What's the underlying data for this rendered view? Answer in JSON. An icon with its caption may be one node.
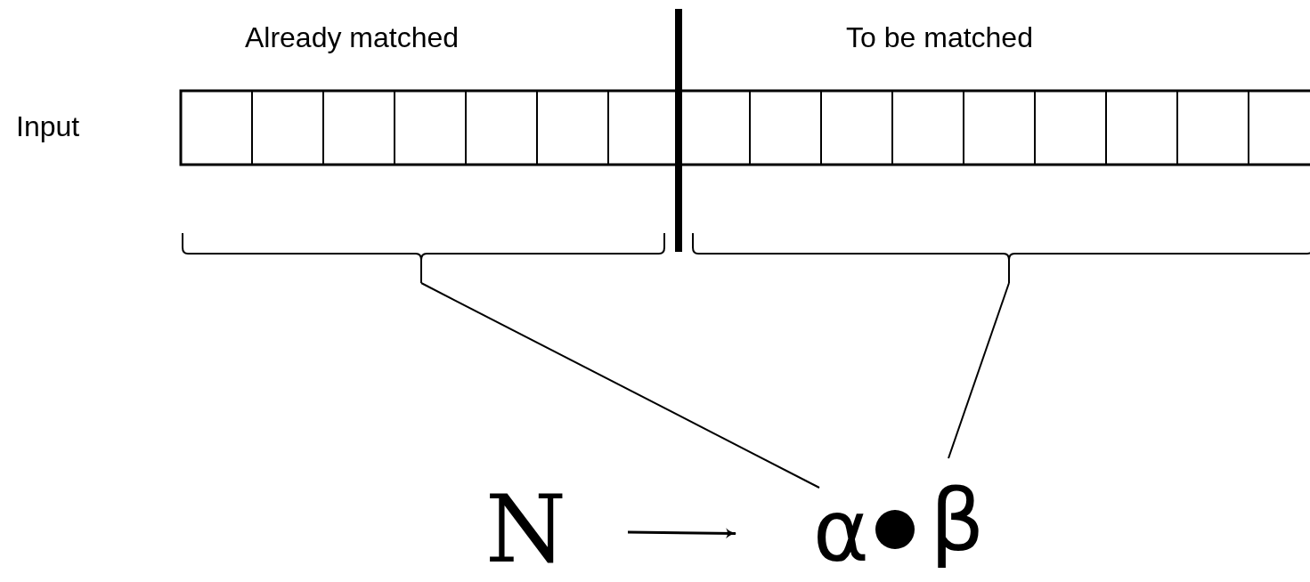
{
  "diagram": {
    "nodes": [
      {
        "text": [
          "N"
        ]
      },
      {
        "text": [
          "α"
        ]
      },
      {
        "text": [
          "β"
        ]
      },
      {
        "text": [],
        "shape": "bracket"
      },
      {
        "text": [],
        "shape": "bracket"
      }
    ],
    "edges": [
      {
        "from": 0,
        "to": 1,
        "arrow": "to"
      },
      {
        "from": 3,
        "to": 1,
        "arrow": "none"
      },
      {
        "from": 4,
        "to": 2,
        "arrow": "none"
      }
    ],
    "labels": [
      "Already matched",
      "To be matched",
      "Input"
    ]
  }
}
